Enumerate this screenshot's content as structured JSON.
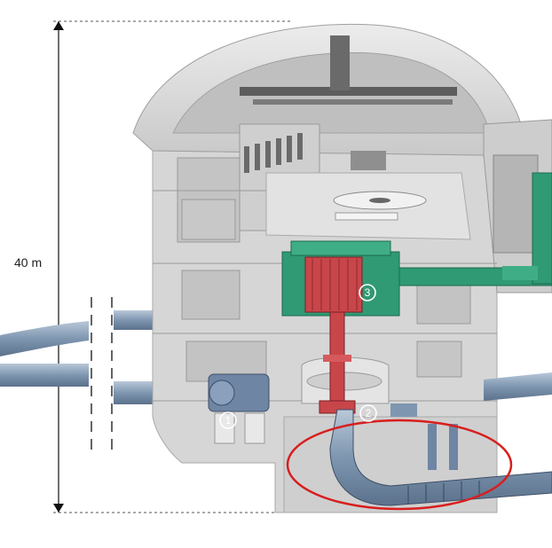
{
  "dimension": {
    "height_label": "40 m"
  },
  "callouts": [
    {
      "id": "1",
      "label": "1"
    },
    {
      "id": "2",
      "label": "2"
    },
    {
      "id": "3",
      "label": "3"
    }
  ],
  "colors": {
    "concrete": "#d9d9d9",
    "concrete_dark": "#b8b8b8",
    "pipe": "#8aa0b8",
    "generator": "#2f9a74",
    "shaft": "#c8464a",
    "highlight_ellipse": "#d81e1e"
  }
}
